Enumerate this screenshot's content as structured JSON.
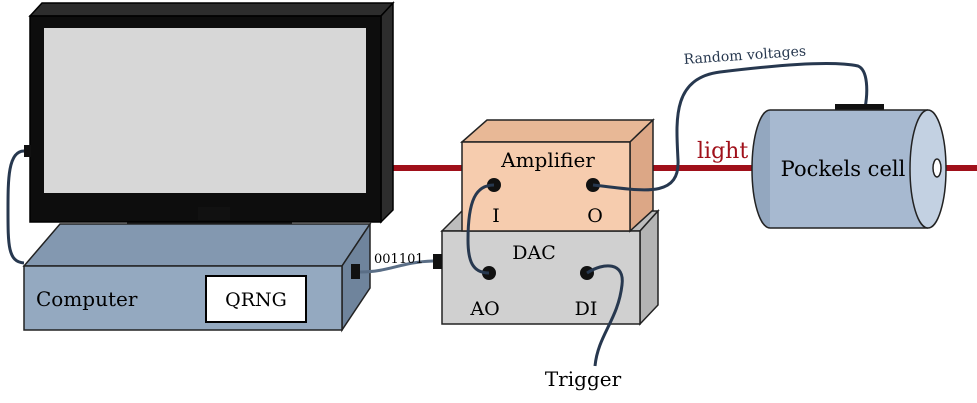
{
  "labels": {
    "computer": "Computer",
    "qrng": "QRNG",
    "bits": "001101",
    "dac": "DAC",
    "amplifier": "Amplifier",
    "port_i": "I",
    "port_o": "O",
    "port_ao": "AO",
    "port_di": "DI",
    "trigger": "Trigger",
    "light": "light",
    "random_voltages": "Random voltages",
    "pockels_cell": "Pockels cell"
  },
  "colors": {
    "light_beam": "#a0101a",
    "cable": "#27384f",
    "monitor_frame": "#0d0d0d",
    "screen": "#d7d7d7",
    "computer_box": "#94a9c0",
    "dac_box": "#d0d0d0",
    "amplifier_box": "#f6ccae",
    "pockels_cell": "#a7b9d0"
  }
}
